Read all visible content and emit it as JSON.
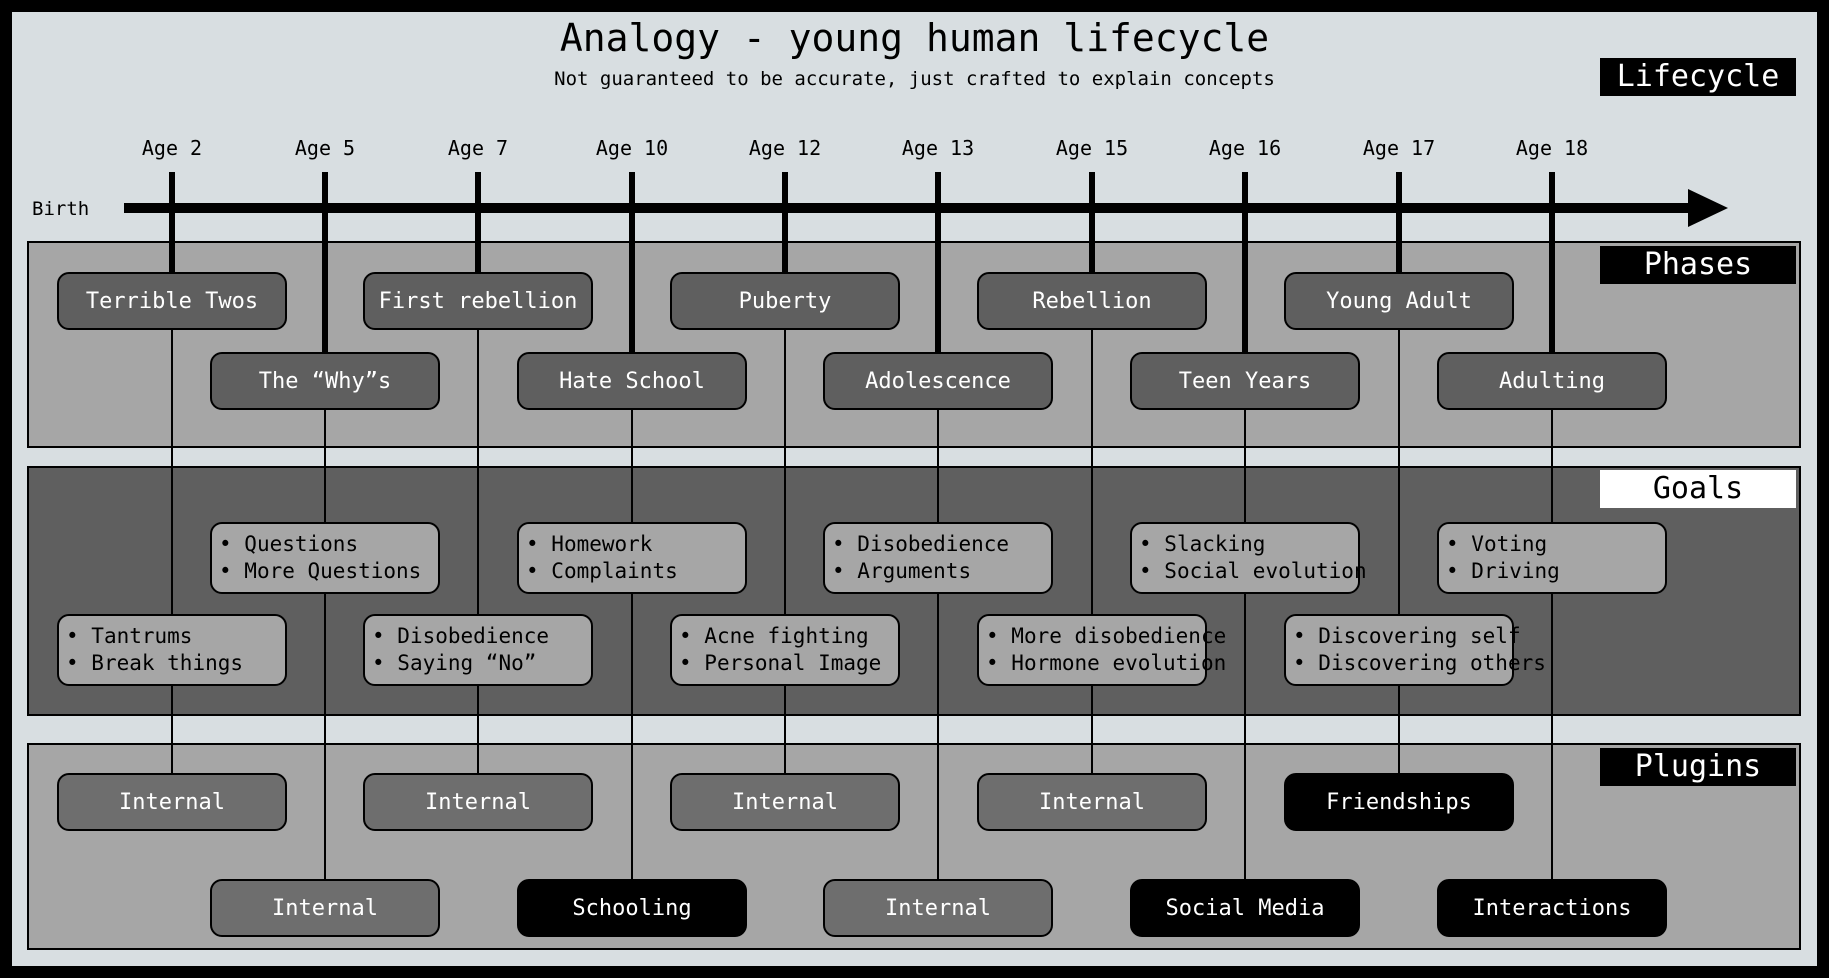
{
  "title": "Analogy - young human lifecycle",
  "subtitle": "Not guaranteed to be accurate, just crafted to explain concepts",
  "start_label": "Birth",
  "bands": {
    "lifecycle": "Lifecycle",
    "phases": "Phases",
    "goals": "Goals",
    "plugins": "Plugins"
  },
  "colors": {
    "background": "#d8dee1",
    "phases_band": "#a6a6a6",
    "goals_band": "#5f5f5f",
    "plugins_band": "#a6a6a6",
    "phase_box": "#5f5f5f",
    "goal_box": "#a6a6a6",
    "internal_plugin": "#6e6e6e",
    "external_plugin": "#000000"
  },
  "stages": [
    {
      "age": "Age 2",
      "phase": "Terrible Twos",
      "goals": [
        "Tantrums",
        "Break things"
      ],
      "plugin": "Internal",
      "plugin_kind": "internal"
    },
    {
      "age": "Age 5",
      "phase": "The “Why”s",
      "goals": [
        "Questions",
        "More Questions"
      ],
      "plugin": "Internal",
      "plugin_kind": "internal"
    },
    {
      "age": "Age 7",
      "phase": "First rebellion",
      "goals": [
        "Disobedience",
        "Saying “No”"
      ],
      "plugin": "Internal",
      "plugin_kind": "internal"
    },
    {
      "age": "Age 10",
      "phase": "Hate School",
      "goals": [
        "Homework",
        "Complaints"
      ],
      "plugin": "Schooling",
      "plugin_kind": "external"
    },
    {
      "age": "Age 12",
      "phase": "Puberty",
      "goals": [
        "Acne fighting",
        "Personal Image"
      ],
      "plugin": "Internal",
      "plugin_kind": "internal"
    },
    {
      "age": "Age 13",
      "phase": "Adolescence",
      "goals": [
        "Disobedience",
        "Arguments"
      ],
      "plugin": "Internal",
      "plugin_kind": "internal"
    },
    {
      "age": "Age 15",
      "phase": "Rebellion",
      "goals": [
        "More disobedience",
        "Hormone evolution"
      ],
      "plugin": "Internal",
      "plugin_kind": "internal"
    },
    {
      "age": "Age 16",
      "phase": "Teen Years",
      "goals": [
        "Slacking",
        "Social evolution"
      ],
      "plugin": "Social Media",
      "plugin_kind": "external"
    },
    {
      "age": "Age 17",
      "phase": "Young Adult",
      "goals": [
        "Discovering self",
        "Discovering others"
      ],
      "plugin": "Friendships",
      "plugin_kind": "external"
    },
    {
      "age": "Age 18",
      "phase": "Adulting",
      "goals": [
        "Voting",
        "Driving"
      ],
      "plugin": "Interactions",
      "plugin_kind": "external"
    }
  ]
}
